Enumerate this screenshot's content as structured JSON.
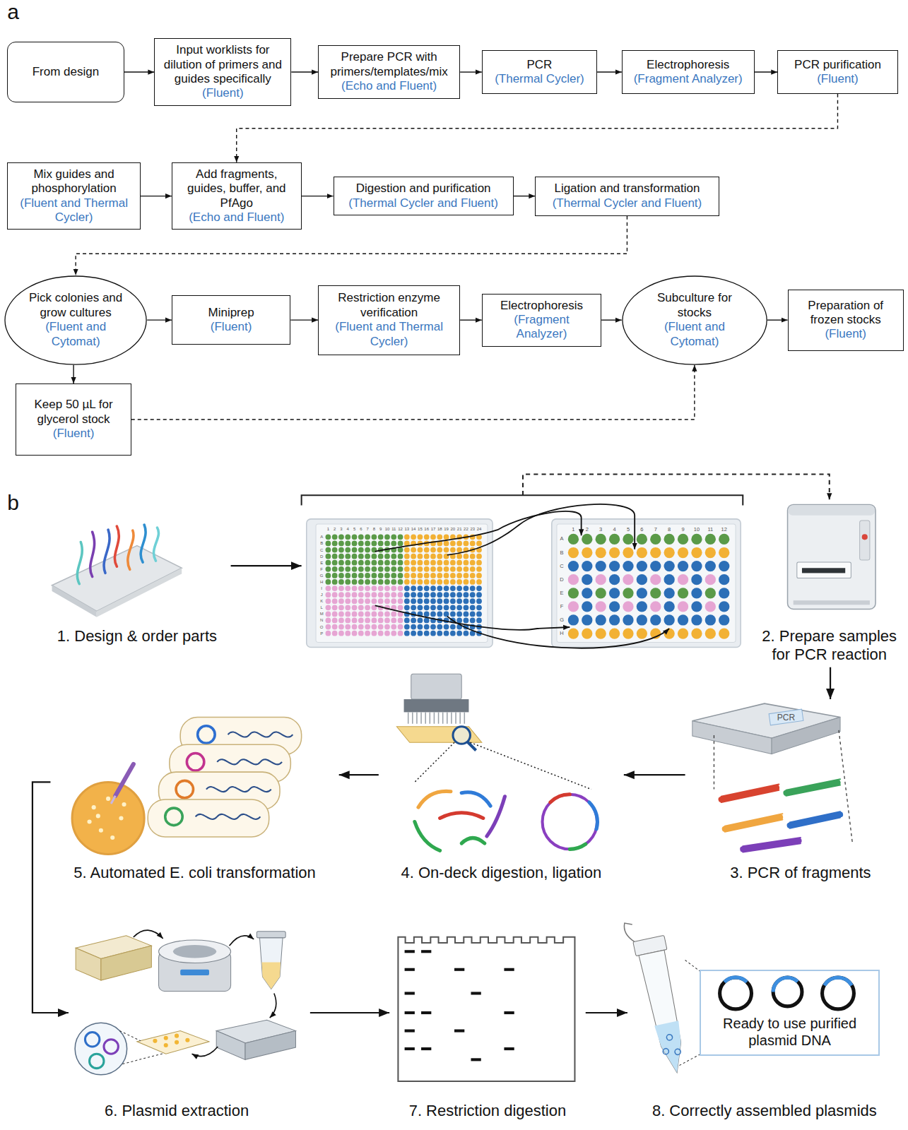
{
  "diagram": {
    "nodes": [
      {
        "text": [
          "From design"
        ]
      },
      {
        "text": [
          "Input worklists for dilution of primers and guides specifically",
          "(Fluent)"
        ]
      },
      {
        "text": [
          "Prepare PCR with primers/templates/mix",
          "(Echo and Fluent)"
        ]
      },
      {
        "text": [
          "PCR",
          "(Thermal Cycler)"
        ]
      },
      {
        "text": [
          "Electrophoresis",
          "(Fragment Analyzer)"
        ]
      },
      {
        "text": [
          "PCR purification",
          "(Fluent)"
        ]
      },
      {
        "text": [
          "Mix guides and phosphorylation",
          "(Fluent and Thermal Cycler)"
        ]
      },
      {
        "text": [
          "Add fragments, guides, buffer, and PfAgo",
          "(Echo and Fluent)"
        ]
      },
      {
        "text": [
          "Digestion and purification",
          "(Thermal Cycler and Fluent)"
        ]
      },
      {
        "text": [
          "Ligation and transformation",
          "(Thermal Cycler and Fluent)"
        ]
      },
      {
        "text": [
          "Pick colonies and grow cultures",
          "(Fluent and Cytomat)"
        ]
      },
      {
        "text": [
          "Miniprep",
          "(Fluent)"
        ]
      },
      {
        "text": [
          "Restriction enzyme verification",
          "(Fluent and Thermal Cycler)"
        ]
      },
      {
        "text": [
          "Electrophoresis",
          "(Fragment Analyzer)"
        ]
      },
      {
        "text": [
          "Subculture for stocks",
          "(Fluent and Cytomat)"
        ]
      },
      {
        "text": [
          "Preparation of frozen stocks",
          "(Fluent)"
        ]
      },
      {
        "text": [
          "Keep 50 µL for glycerol stock",
          "(Fluent)"
        ]
      },
      {
        "text": [
          "1. Design & order parts"
        ]
      },
      {
        "text": [
          "2. Prepare samples for PCR reaction"
        ]
      },
      {
        "text": [
          "3. PCR of fragments"
        ]
      },
      {
        "text": [
          "4. On-deck digestion, ligation"
        ]
      },
      {
        "text": [
          "5. Automated E. coli transformation"
        ]
      },
      {
        "text": [
          "6. Plasmid extraction"
        ]
      },
      {
        "text": [
          "7. Restriction digestion"
        ]
      },
      {
        "text": [
          "8. Correctly assembled plasmids"
        ]
      },
      {
        "text": [
          "Ready to use purified plasmid DNA"
        ],
        "in": 24
      }
    ],
    "edges": [
      {
        "from": 0,
        "to": 1,
        "arrow": "to"
      },
      {
        "from": 1,
        "to": 2,
        "arrow": "to"
      },
      {
        "from": 2,
        "to": 3,
        "arrow": "to"
      },
      {
        "from": 3,
        "to": 4,
        "arrow": "to"
      },
      {
        "from": 4,
        "to": 5,
        "arrow": "to"
      },
      {
        "from": 5,
        "to": 7,
        "arrow": "to"
      },
      {
        "from": 6,
        "to": 7,
        "arrow": "to"
      },
      {
        "from": 7,
        "to": 8,
        "arrow": "to"
      },
      {
        "from": 8,
        "to": 9,
        "arrow": "to"
      },
      {
        "from": 9,
        "to": 10,
        "arrow": "to"
      },
      {
        "from": 10,
        "to": 11,
        "arrow": "to"
      },
      {
        "from": 11,
        "to": 12,
        "arrow": "to"
      },
      {
        "from": 12,
        "to": 13,
        "arrow": "to"
      },
      {
        "from": 13,
        "to": 14,
        "arrow": "to"
      },
      {
        "from": 14,
        "to": 15,
        "arrow": "to"
      },
      {
        "from": 10,
        "to": 16,
        "arrow": "to"
      },
      {
        "from": 16,
        "to": 14,
        "arrow": "to"
      },
      {
        "from": 17,
        "to": 18,
        "arrow": "to"
      },
      {
        "from": 18,
        "to": 19,
        "arrow": "to"
      },
      {
        "from": 19,
        "to": 20,
        "arrow": "to"
      },
      {
        "from": 20,
        "to": 21,
        "arrow": "to"
      },
      {
        "from": 21,
        "to": 22,
        "arrow": "to"
      },
      {
        "from": 22,
        "to": 23,
        "arrow": "to"
      },
      {
        "from": 23,
        "to": 24,
        "arrow": "to"
      }
    ],
    "labels": [
      "a",
      "b",
      "1",
      "2",
      "3",
      "4",
      "5",
      "6",
      "7",
      "8",
      "9",
      "10",
      "11",
      "12",
      "13",
      "14",
      "15",
      "16",
      "17",
      "18",
      "19",
      "20",
      "21",
      "22",
      "23",
      "24",
      "A",
      "B",
      "C",
      "D",
      "E",
      "F",
      "G",
      "H",
      "I",
      "J",
      "K",
      "L",
      "M",
      "N",
      "O",
      "P",
      "1",
      "2",
      "3",
      "4",
      "5",
      "6",
      "7",
      "8",
      "9",
      "10",
      "11",
      "12",
      "A",
      "B",
      "C",
      "D",
      "E",
      "F",
      "G",
      "H",
      "PCR"
    ]
  }
}
